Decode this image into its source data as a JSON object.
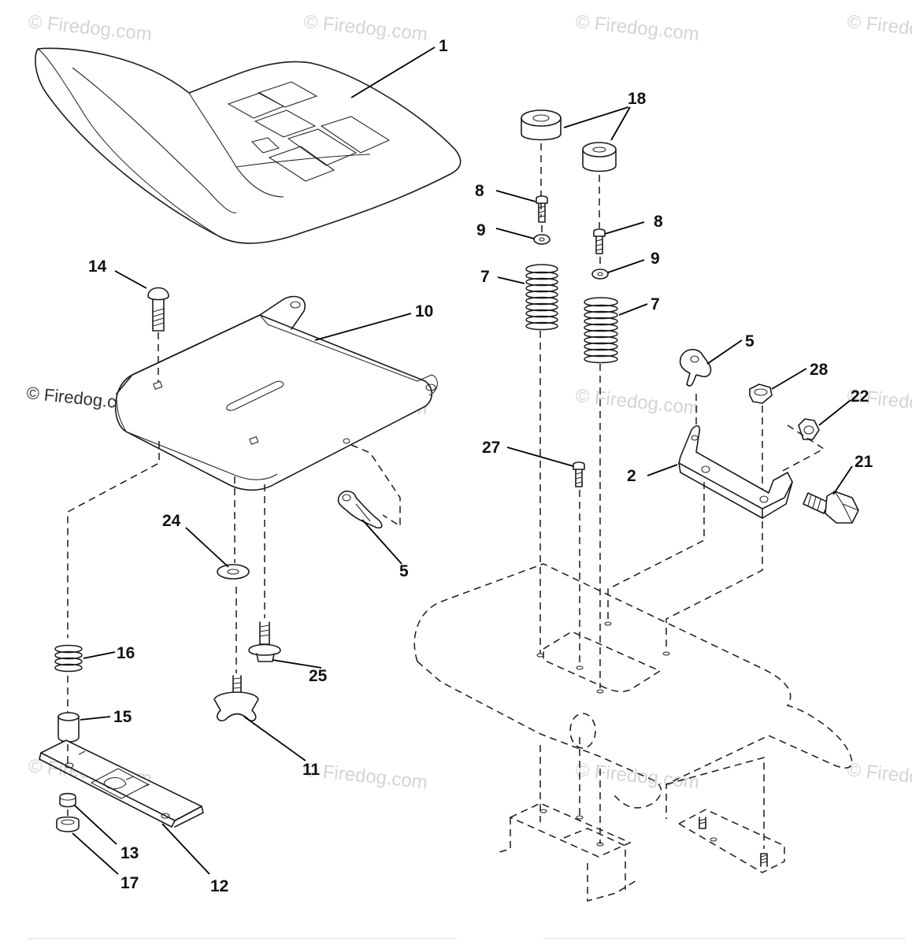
{
  "diagram": {
    "watermark": "© Firedog.com",
    "watermark_ids": [
      "wm1",
      "wm2",
      "wm3",
      "wm4",
      "wm5",
      "wm6",
      "wm7",
      "wm8",
      "wm9",
      "wm10"
    ],
    "copyright_label": "© Firedog.com"
  },
  "callouts": {
    "c1": "1",
    "c18": "18",
    "c8a": "8",
    "c9a": "9",
    "c7a": "7",
    "c8b": "8",
    "c9b": "9",
    "c7b": "7",
    "c14": "14",
    "c10": "10",
    "c5a": "5",
    "c28": "28",
    "c22": "22",
    "c27": "27",
    "c2": "2",
    "c21": "21",
    "c24": "24",
    "c5b": "5",
    "c16": "16",
    "c25": "25",
    "c15": "15",
    "c11": "11",
    "c13": "13",
    "c17": "17",
    "c12": "12"
  }
}
